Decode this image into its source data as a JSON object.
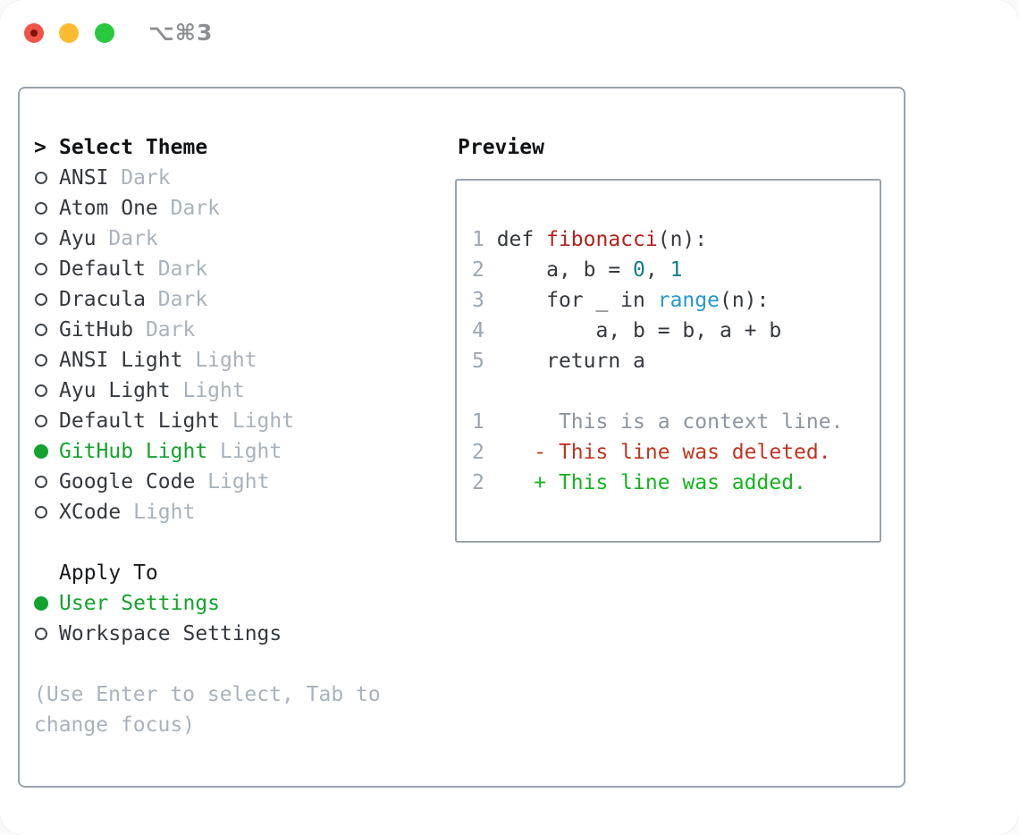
{
  "window": {
    "title": "⌥⌘3",
    "traffic_lights": [
      "close",
      "minimize",
      "zoom"
    ]
  },
  "theme_picker": {
    "prompt": ">",
    "title": "Select Theme",
    "themes": [
      {
        "name": "ANSI",
        "tag": "Dark",
        "selected": false
      },
      {
        "name": "Atom One",
        "tag": "Dark",
        "selected": false
      },
      {
        "name": "Ayu",
        "tag": "Dark",
        "selected": false
      },
      {
        "name": "Default",
        "tag": "Dark",
        "selected": false
      },
      {
        "name": "Dracula",
        "tag": "Dark",
        "selected": false
      },
      {
        "name": "GitHub",
        "tag": "Dark",
        "selected": false
      },
      {
        "name": "ANSI Light",
        "tag": "Light",
        "selected": false
      },
      {
        "name": "Ayu Light",
        "tag": "Light",
        "selected": false
      },
      {
        "name": "Default Light",
        "tag": "Light",
        "selected": false
      },
      {
        "name": "GitHub Light",
        "tag": "Light",
        "selected": true
      },
      {
        "name": "Google Code",
        "tag": "Light",
        "selected": false
      },
      {
        "name": "XCode",
        "tag": "Light",
        "selected": false
      }
    ],
    "apply_to": {
      "title": "Apply To",
      "options": [
        {
          "name": "User Settings",
          "selected": true
        },
        {
          "name": "Workspace Settings",
          "selected": false
        }
      ]
    },
    "help_text": "(Use Enter to select, Tab to change focus)"
  },
  "preview": {
    "title": "Preview",
    "lines": [
      [
        {
          "t": "1 ",
          "c": "num"
        },
        {
          "t": "def ",
          "c": "plain"
        },
        {
          "t": "fibonacci",
          "c": "func"
        },
        {
          "t": "(n):",
          "c": "plain"
        }
      ],
      [
        {
          "t": "2 ",
          "c": "num"
        },
        {
          "t": "    a, b = ",
          "c": "plain"
        },
        {
          "t": "0",
          "c": "lit"
        },
        {
          "t": ", ",
          "c": "plain"
        },
        {
          "t": "1",
          "c": "lit"
        }
      ],
      [
        {
          "t": "3 ",
          "c": "num"
        },
        {
          "t": "    for _ in ",
          "c": "plain"
        },
        {
          "t": "range",
          "c": "builtin"
        },
        {
          "t": "(n):",
          "c": "plain"
        }
      ],
      [
        {
          "t": "4 ",
          "c": "num"
        },
        {
          "t": "        a, b = b, a + b",
          "c": "plain"
        }
      ],
      [
        {
          "t": "5 ",
          "c": "num"
        },
        {
          "t": "    return a",
          "c": "plain"
        }
      ],
      [],
      [
        {
          "t": "1 ",
          "c": "num"
        },
        {
          "t": "     This is a context line.",
          "c": "ctx"
        }
      ],
      [
        {
          "t": "2 ",
          "c": "num"
        },
        {
          "t": "   - This line was deleted.",
          "c": "del"
        }
      ],
      [
        {
          "t": "2 ",
          "c": "num"
        },
        {
          "t": "   + This line was added.",
          "c": "add"
        }
      ]
    ]
  },
  "colors": {
    "selection_green": "#12a32e",
    "added_green": "#15b41e",
    "deleted_red": "#c23320",
    "function_red": "#b2221a",
    "literal_teal": "#0f7d87",
    "builtin_blue": "#2596d1",
    "gutter_gray": "#9ca7b2",
    "muted_gray": "#a9b2bc",
    "text_dark": "#35393e",
    "border_gray": "#9aa3ac",
    "traffic_red": "#f05448",
    "traffic_yellow": "#fcbc2f",
    "traffic_green": "#29c93d"
  }
}
